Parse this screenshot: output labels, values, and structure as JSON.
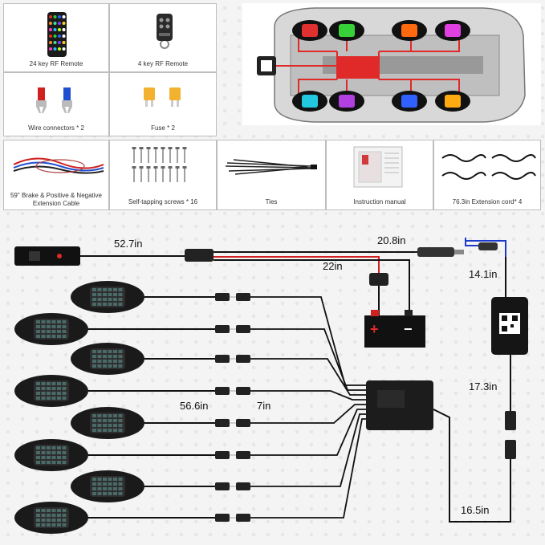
{
  "kit_items": {
    "remote24": "24 key RF Remote",
    "remote4": "4 key RF Remote",
    "wire_connectors": "Wire connectors * 2",
    "fuse": "Fuse * 2",
    "extension_cable": "59\" Brake & Positive & Negative Extension Cable",
    "screws": "Self-tapping screws * 16",
    "ties": "Ties",
    "manual": "Instruction manual",
    "extension_cord": "76.3in Extension cord* 4"
  },
  "wiring_dimensions": {
    "switch_cable": "52.7in",
    "power_cable": "20.8in",
    "battery_cable": "22in",
    "bluetooth_upper": "14.1in",
    "bluetooth_lower": "17.3in",
    "pod_lead_long": "56.6in",
    "pod_lead_short": "7in",
    "hub_to_controller": "16.5in"
  },
  "battery_symbols": {
    "positive": "+",
    "negative": "−"
  },
  "pod_colors": [
    "#e03030",
    "#38d038",
    "#ff6a10",
    "#e040e0",
    "#20c8e0",
    "#b040e0",
    "#3060ff",
    "#ffaa10"
  ]
}
